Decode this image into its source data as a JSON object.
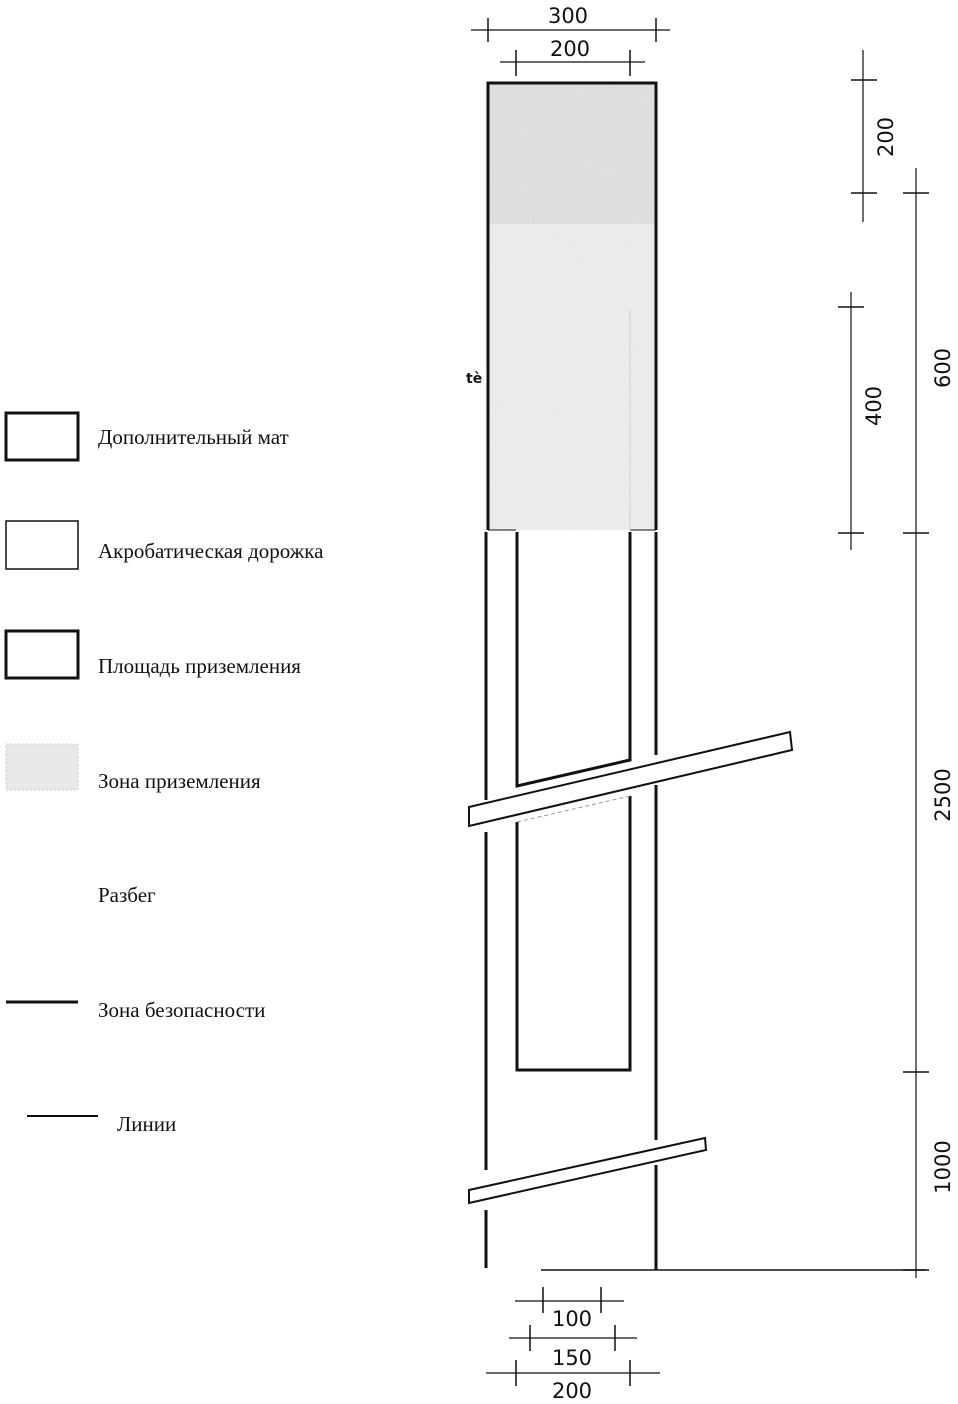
{
  "legend": {
    "items": [
      {
        "key": "extra-mat",
        "label": "Дополнительный мат"
      },
      {
        "key": "acro-track",
        "label": "Акробатическая дорожка"
      },
      {
        "key": "landing-area",
        "label": "Площадь приземления"
      },
      {
        "key": "landing-zone",
        "label": "Зона приземления"
      },
      {
        "key": "run-up",
        "label": "Разбег"
      },
      {
        "key": "safety-zone",
        "label": "Зона безопасности"
      },
      {
        "key": "lines",
        "label": "Линии"
      }
    ]
  },
  "dimensions": {
    "top_outer_width": "300",
    "top_inner_width": "200",
    "right_landing_area": "200",
    "right_landing_zone": "400",
    "total_landing": "600",
    "track_length": "2500",
    "run_up_length": "1000",
    "bottom_inner": "100",
    "bottom_middle": "150",
    "bottom_outer": "200"
  },
  "marks": {
    "side_note": "tè"
  },
  "colors": {
    "line": "#111111",
    "zone_fill": "#e4e4e4",
    "thin_line": "#222222"
  }
}
